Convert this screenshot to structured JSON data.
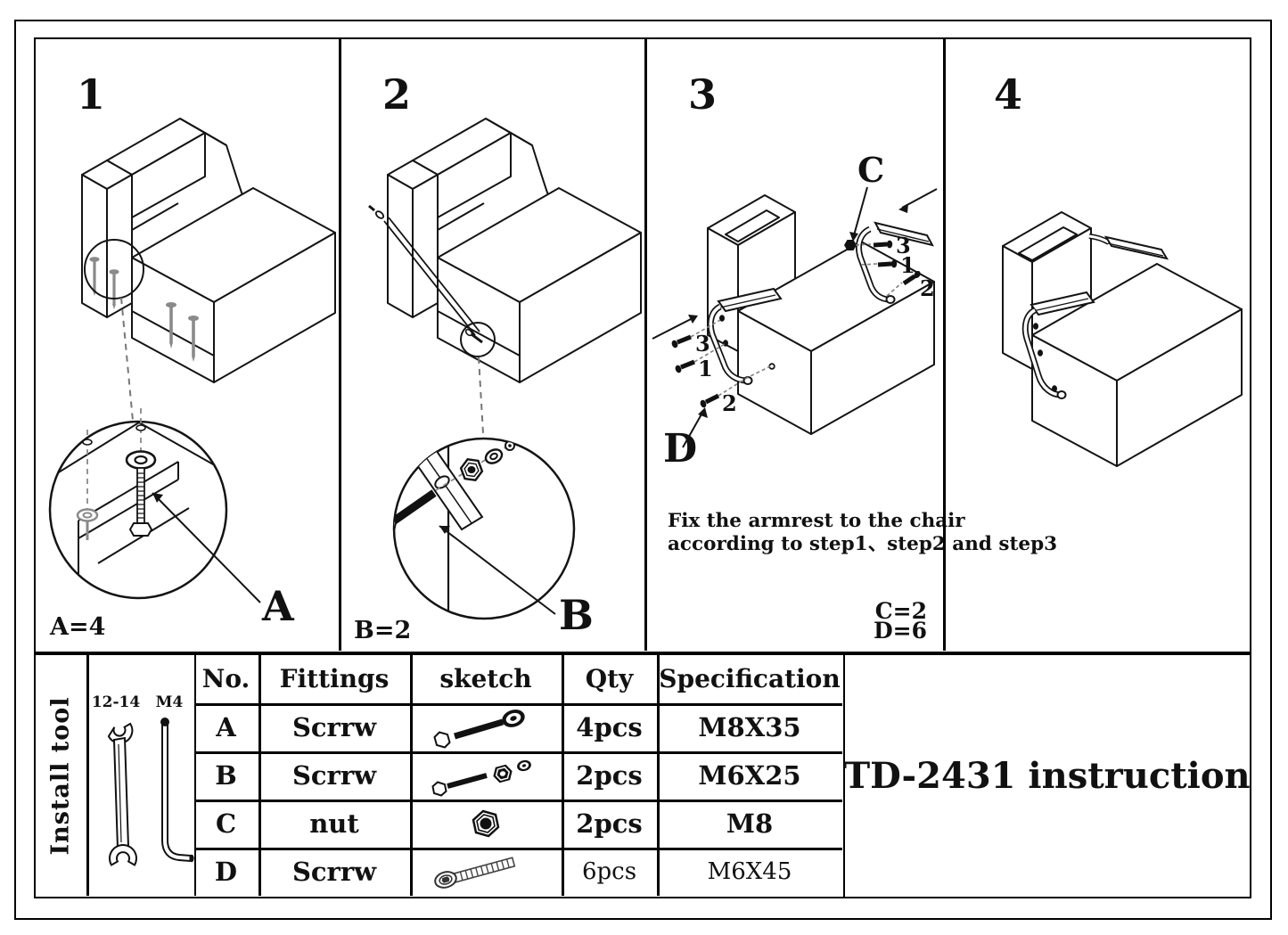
{
  "document": {
    "title": "TD-2431 instruction"
  },
  "colors": {
    "line": "#141414",
    "screw_gray": "#8a8a8a",
    "leader_gray": "#808080",
    "background": "#ffffff"
  },
  "panels": [
    {
      "number": "1",
      "part_label": "A",
      "count_label": "A=4"
    },
    {
      "number": "2",
      "part_label": "B",
      "count_label": "B=2"
    },
    {
      "number": "3",
      "part_label_far": "C",
      "part_label_near": "D",
      "screw_order": [
        "3",
        "1",
        "2"
      ],
      "note_line1": "Fix the armrest to the chair",
      "note_line2": "according to step1、step2 and step3",
      "count_label_c": "C=2",
      "count_label_d": "D=6"
    },
    {
      "number": "4"
    }
  ],
  "install_tool": {
    "label": "Install tool",
    "wrench_size": "12-14",
    "hex_key_size": "M4"
  },
  "parts_table": {
    "headers": {
      "no": "No.",
      "fittings": "Fittings",
      "sketch": "sketch",
      "qty": "Qty",
      "spec": "Specification"
    },
    "rows": [
      {
        "no": "A",
        "fitting": "Scrrw",
        "sketch_icon": "bolt-with-washer-icon",
        "qty": "4pcs",
        "spec": "M8X35"
      },
      {
        "no": "B",
        "fitting": "Scrrw",
        "sketch_icon": "bolt-nut-washer-icon",
        "qty": "2pcs",
        "spec": "M6X25"
      },
      {
        "no": "C",
        "fitting": "nut",
        "sketch_icon": "hex-nut-icon",
        "qty": "2pcs",
        "spec": "M8"
      },
      {
        "no": "D",
        "fitting": "Scrrw",
        "sketch_icon": "socket-screw-icon",
        "qty": "6pcs",
        "spec": "M6X45"
      }
    ]
  }
}
